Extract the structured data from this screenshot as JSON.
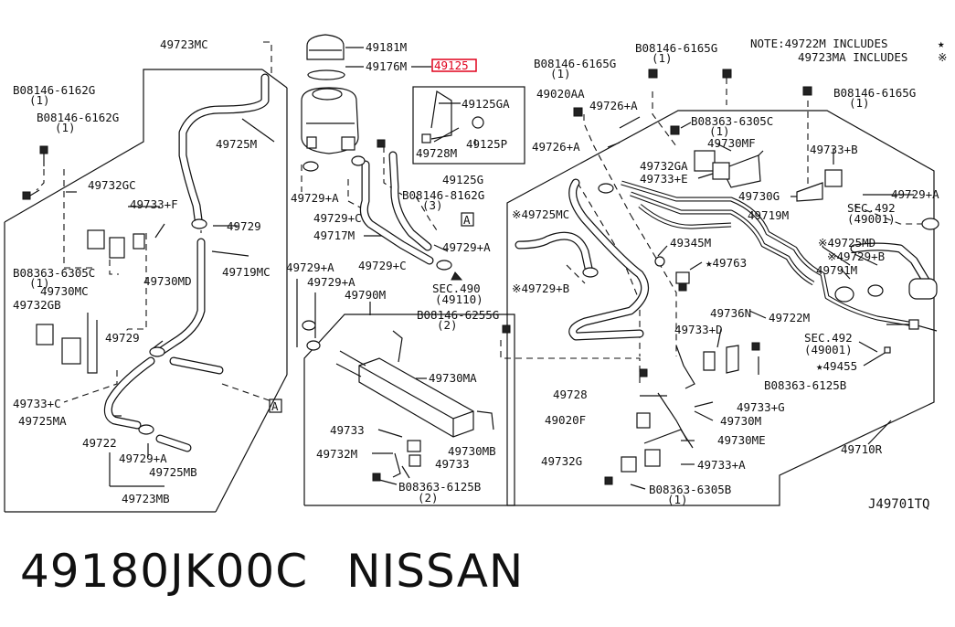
{
  "note": {
    "line1": "NOTE:49722M  INCLUDES",
    "line2": "49723MA INCLUDES",
    "star1": "★",
    "star2": "※"
  },
  "diagram_code": "J49701TQ",
  "footer": {
    "part_number": "49180JK00C",
    "brand": "NISSAN"
  },
  "colors": {
    "highlight": "#e0001b",
    "line": "#111111"
  },
  "callouts": [
    "49723MC",
    "B08146-6162G",
    "(1)",
    "B08146-6162G",
    "(1)",
    "49725M",
    "49732GC",
    "49733+F",
    "49729",
    "B08363-6305C",
    "(1)",
    "49730MC",
    "49730MD",
    "49719MC",
    "49732GB",
    "49729",
    "49733+C",
    "49725MA",
    "49722",
    "49729+A",
    "49725MB",
    "49723MB",
    "A",
    "49181M",
    "49176M",
    "49125",
    "49125GA",
    "49125P",
    "49728M",
    "49125G",
    "49729+A",
    "49729+C",
    "B08146-8162G",
    "(3)",
    "49717M",
    "A",
    "49729+A",
    "49729+C",
    "SEC.490",
    "(49110)",
    "49729+A",
    "49729+A",
    "49790M",
    "B08146-6255G",
    "(2)",
    "49730MA",
    "49733",
    "49732M",
    "49730MB",
    "49733",
    "B08363-6125B",
    "(2)",
    "B08146-6165G",
    "(1)",
    "B08146-6165G",
    "(1)",
    "49020AA",
    "49726+A",
    "49726+A",
    "B08363-6305C",
    "(1)",
    "49730MF",
    "49732GA",
    "49733+E",
    "49733+B",
    "B08146-6165G",
    "(1)",
    "49730G",
    "49719M",
    "49729+A",
    "SEC.492",
    "(49001)",
    "※49725MC",
    "49345M",
    "※49729+B",
    "★49763",
    "※49725MD",
    "※49729+B",
    "49791M",
    "49722M",
    "49736N",
    "49733+D",
    "SEC.492",
    "(49001)",
    "★49455",
    "B08363-6125B",
    "49728",
    "49733+G",
    "49020F",
    "49730M",
    "49730ME",
    "49710R",
    "49732G",
    "49733+A",
    "B08363-6305B",
    "(1)"
  ]
}
